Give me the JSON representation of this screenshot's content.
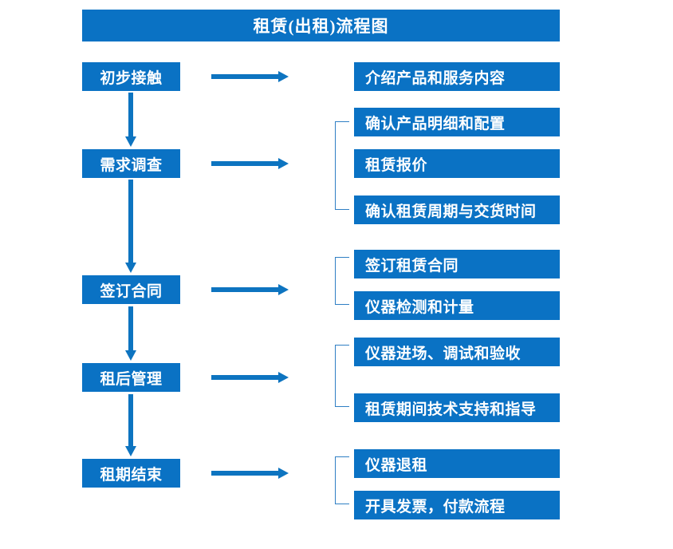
{
  "diagram": {
    "title": "租赁(出租)流程图",
    "accent_color": "#0a72c4",
    "arrow_color": "#0d74c0",
    "bracket_color": "#2f7fc4",
    "text_color": "#ffffff",
    "background_color": "#ffffff",
    "stages": [
      {
        "label": "初步接触"
      },
      {
        "label": "需求调查"
      },
      {
        "label": "签订合同"
      },
      {
        "label": "租后管理"
      },
      {
        "label": "租期结束"
      }
    ],
    "details": [
      {
        "label": "介绍产品和服务内容"
      },
      {
        "label": "确认产品明细和配置"
      },
      {
        "label": "租赁报价"
      },
      {
        "label": "确认租赁周期与交货时间"
      },
      {
        "label": "签订租赁合同"
      },
      {
        "label": "仪器检测和计量"
      },
      {
        "label": "仪器进场、调试和验收"
      },
      {
        "label": "租赁期间技术支持和指导"
      },
      {
        "label": "仪器退租"
      },
      {
        "label": "开具发票，付款流程"
      }
    ]
  },
  "chart_data": {
    "type": "diagram",
    "title": "租赁(出租)流程图",
    "nodes": [
      {
        "id": "s1",
        "column": "stage",
        "label": "初步接触",
        "order": 1
      },
      {
        "id": "s2",
        "column": "stage",
        "label": "需求调查",
        "order": 2
      },
      {
        "id": "s3",
        "column": "stage",
        "label": "签订合同",
        "order": 3
      },
      {
        "id": "s4",
        "column": "stage",
        "label": "租后管理",
        "order": 4
      },
      {
        "id": "s5",
        "column": "stage",
        "label": "租期结束",
        "order": 5
      },
      {
        "id": "d1",
        "column": "detail",
        "label": "介绍产品和服务内容",
        "parent": "s1"
      },
      {
        "id": "d2",
        "column": "detail",
        "label": "确认产品明细和配置",
        "parent": "s2"
      },
      {
        "id": "d3",
        "column": "detail",
        "label": "租赁报价",
        "parent": "s2"
      },
      {
        "id": "d4",
        "column": "detail",
        "label": "确认租赁周期与交货时间",
        "parent": "s2"
      },
      {
        "id": "d5",
        "column": "detail",
        "label": "签订租赁合同",
        "parent": "s3"
      },
      {
        "id": "d6",
        "column": "detail",
        "label": "仪器检测和计量",
        "parent": "s3"
      },
      {
        "id": "d7",
        "column": "detail",
        "label": "仪器进场、调试和验收",
        "parent": "s4"
      },
      {
        "id": "d8",
        "column": "detail",
        "label": "租赁期间技术支持和指导",
        "parent": "s4"
      },
      {
        "id": "d9",
        "column": "detail",
        "label": "仪器退租",
        "parent": "s5"
      },
      {
        "id": "d10",
        "column": "detail",
        "label": "开具发票，付款流程",
        "parent": "s5"
      }
    ],
    "edges": [
      {
        "from": "s1",
        "to": "s2",
        "type": "vertical-arrow"
      },
      {
        "from": "s2",
        "to": "s3",
        "type": "vertical-arrow"
      },
      {
        "from": "s3",
        "to": "s4",
        "type": "vertical-arrow"
      },
      {
        "from": "s4",
        "to": "s5",
        "type": "vertical-arrow"
      },
      {
        "from": "s1",
        "to": "d1",
        "type": "horizontal-arrow"
      },
      {
        "from": "s2",
        "to": "d2,d3,d4",
        "type": "horizontal-arrow-bracket"
      },
      {
        "from": "s3",
        "to": "d5,d6",
        "type": "horizontal-arrow-bracket"
      },
      {
        "from": "s4",
        "to": "d7,d8",
        "type": "horizontal-arrow-bracket"
      },
      {
        "from": "s5",
        "to": "d9,d10",
        "type": "horizontal-arrow-bracket"
      }
    ]
  }
}
